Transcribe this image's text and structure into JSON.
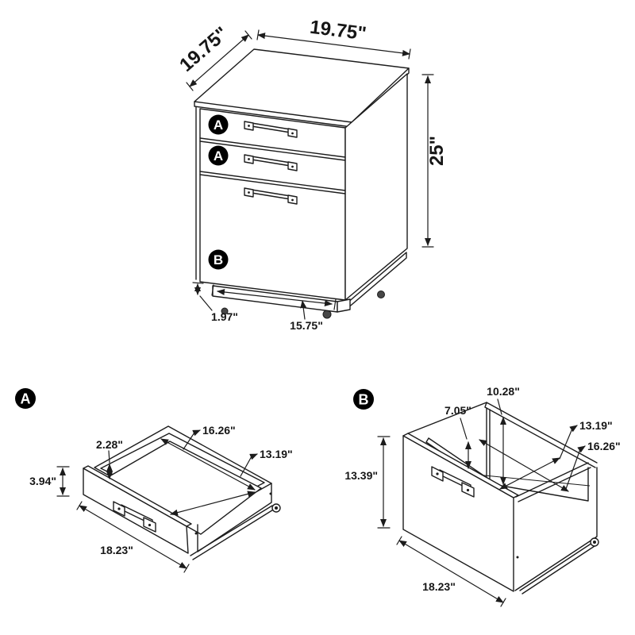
{
  "colors": {
    "line": "#1c1c1c",
    "background": "#ffffff",
    "badge_bg": "#000000",
    "badge_text": "#ffffff"
  },
  "views": {
    "cabinet": {
      "badge_top": "A",
      "badge_middle": "A",
      "badge_bottom": "B",
      "dim_width": "19.75\"",
      "dim_depth": "19.75\"",
      "dim_height": "25\"",
      "dim_base_height": "1.97\"",
      "dim_base_width": "15.75\""
    },
    "drawer_a": {
      "badge": "A",
      "dim_inner_width": "16.26\"",
      "dim_wall_height": "2.28\"",
      "dim_inner_depth": "13.19\"",
      "dim_front_height": "3.94\"",
      "dim_outer_width": "18.23\""
    },
    "drawer_b": {
      "badge": "B",
      "dim_back_height": "10.28\"",
      "dim_rail_depth": "7.05\"",
      "dim_inner_depth": "13.19\"",
      "dim_inner_width": "16.26\"",
      "dim_front_height": "13.39\"",
      "dim_outer_width": "18.23\""
    }
  }
}
